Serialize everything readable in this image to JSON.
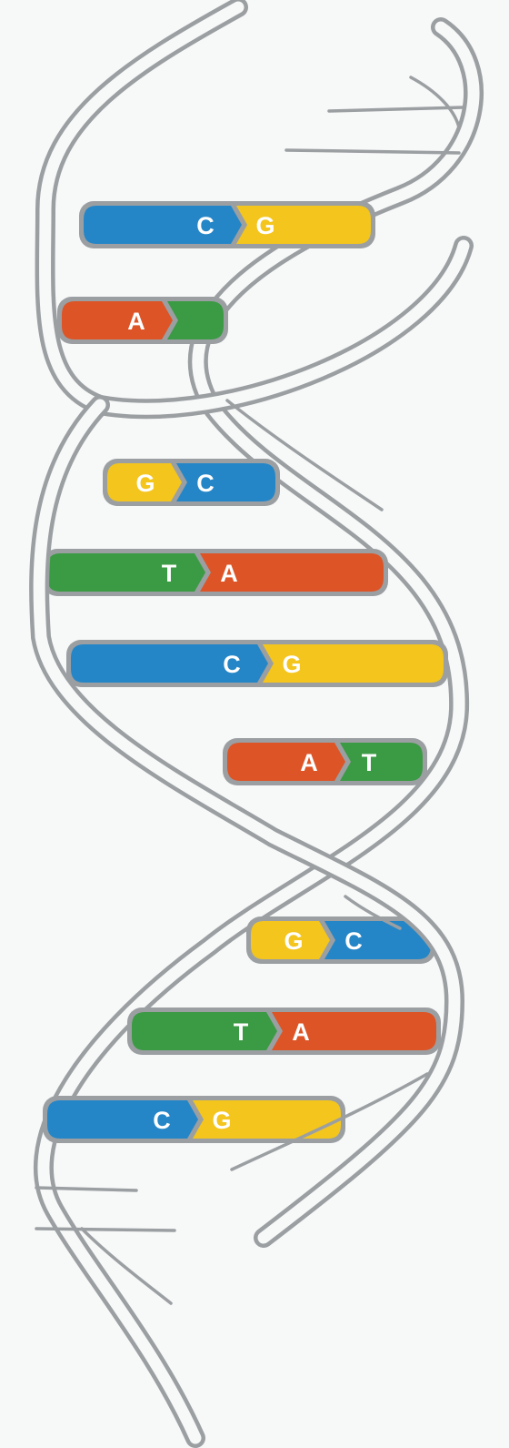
{
  "colors": {
    "A": "#dd5426",
    "C": "#2586c7",
    "G": "#f3c51d",
    "T": "#3b9a44",
    "strand": "#9b9fa2",
    "background": "#f7f8f8"
  },
  "base_pairs": [
    {
      "left": "C",
      "right": "G",
      "left_label": "C",
      "right_label": "G"
    },
    {
      "left": "A",
      "right": "T",
      "left_label": "A",
      "right_label": ""
    },
    {
      "left": "G",
      "right": "C",
      "left_label": "G",
      "right_label": "C"
    },
    {
      "left": "T",
      "right": "A",
      "left_label": "T",
      "right_label": "A"
    },
    {
      "left": "C",
      "right": "G",
      "left_label": "C",
      "right_label": "G"
    },
    {
      "left": "A",
      "right": "T",
      "left_label": "A",
      "right_label": "T"
    },
    {
      "left": "G",
      "right": "C",
      "left_label": "G",
      "right_label": "C"
    },
    {
      "left": "T",
      "right": "A",
      "left_label": "T",
      "right_label": "A"
    },
    {
      "left": "C",
      "right": "G",
      "left_label": "C",
      "right_label": "G"
    }
  ]
}
